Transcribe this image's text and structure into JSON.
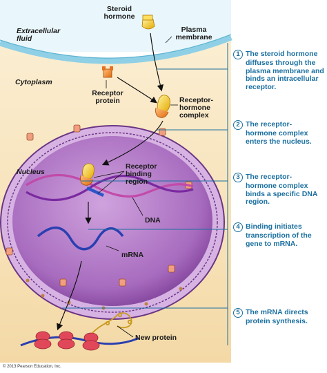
{
  "regions": {
    "extracellular": [
      "Extracellular",
      "fluid"
    ],
    "cytoplasm": "Cytoplasm",
    "nucleus": "Nucleus"
  },
  "labels": {
    "steroid_hormone": [
      "Steroid",
      "hormone"
    ],
    "plasma_membrane": [
      "Plasma",
      "membrane"
    ],
    "receptor_protein": [
      "Receptor",
      "protein"
    ],
    "receptor_hormone_complex": [
      "Receptor-",
      "hormone",
      "complex"
    ],
    "receptor_binding_region": [
      "Receptor",
      "binding",
      "region"
    ],
    "dna": "DNA",
    "mrna": "mRNA",
    "new_protein": "New protein"
  },
  "steps": [
    {
      "num": "1",
      "lines": [
        "The steroid hormone",
        "diffuses through the",
        "plasma membrane and",
        "binds an intracellular",
        "receptor."
      ]
    },
    {
      "num": "2",
      "lines": [
        "The receptor-",
        "hormone complex",
        "enters the nucleus."
      ]
    },
    {
      "num": "3",
      "lines": [
        "The receptor-",
        "hormone complex",
        "binds a specific DNA",
        "region."
      ]
    },
    {
      "num": "4",
      "lines": [
        "Binding initiates",
        "transcription of the",
        "gene to mRNA."
      ]
    },
    {
      "num": "5",
      "lines": [
        "The mRNA directs",
        "protein synthesis."
      ]
    }
  ],
  "copyright": "© 2013 Pearson Education, Inc.",
  "colors": {
    "step_text": "#1a6fa0",
    "cytoplasm": "#fbe9c4",
    "nucleus": "#a86cbf",
    "membrane": "#8fd0e6"
  }
}
